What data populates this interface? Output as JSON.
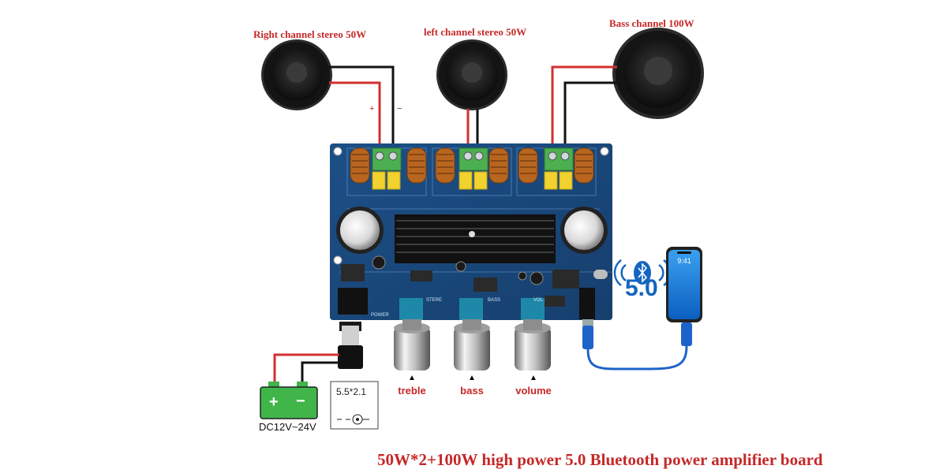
{
  "speakers": {
    "right": {
      "label": "Right channel stereo 50W"
    },
    "left": {
      "label": "left channel stereo 50W"
    },
    "bass": {
      "label": "Bass channel 100W"
    }
  },
  "polarity": {
    "plus": "+",
    "minus": "−"
  },
  "knobs": [
    {
      "label": "treble",
      "arrow": "▲"
    },
    {
      "label": "bass",
      "arrow": "▲"
    },
    {
      "label": "volume",
      "arrow": "▲"
    }
  ],
  "bluetooth": {
    "version": "5.0"
  },
  "phone": {
    "time": "9:41"
  },
  "power": {
    "jack_size": "5.5*2.1",
    "battery_plus": "+",
    "battery_minus": "−",
    "voltage": "DC12V~24V"
  },
  "board_silkscreen": [
    "POWER",
    "STERE",
    "BASS",
    "VOL"
  ],
  "caption": "50W*2+100W high power 5.0 Bluetooth power amplifier board",
  "colors": {
    "label_red": "#c62828",
    "board_blue": "#1d4f86",
    "wire_red": "#d32f2f",
    "wire_black": "#111111",
    "battery_green": "#3fb54a",
    "usb_cable_blue": "#1e63c9"
  }
}
